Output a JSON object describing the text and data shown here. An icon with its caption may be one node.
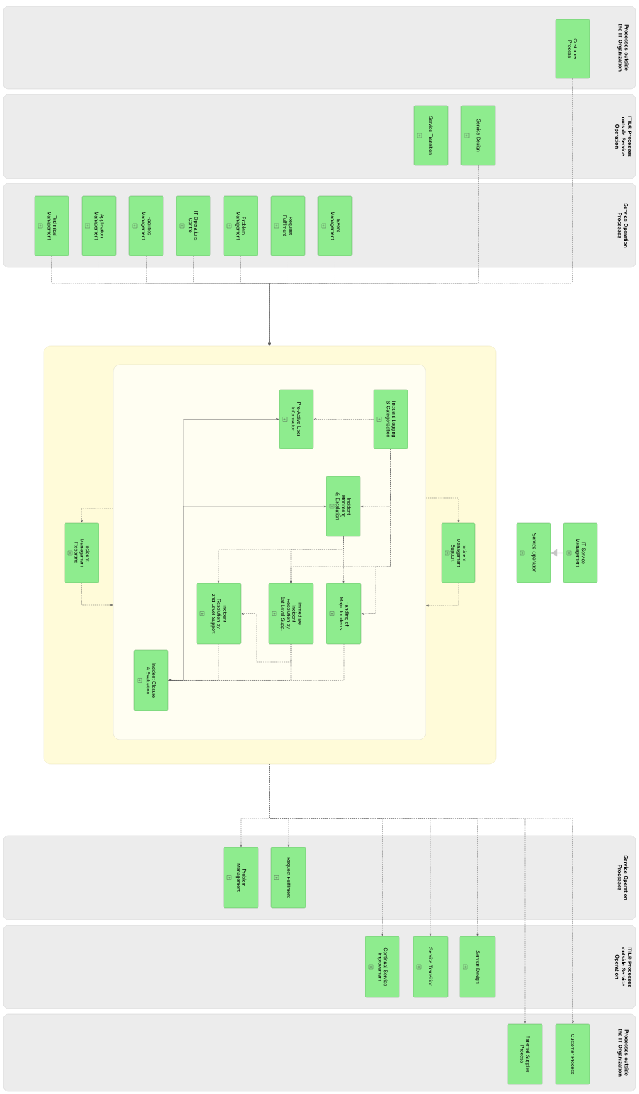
{
  "diagram": {
    "nodes": [
      {
        "text": [
          "Processes outside the IT Organization"
        ]
      },
      {
        "text": [
          "Customer Process"
        ],
        "in": 0
      },
      {
        "text": [
          "ITIL® Processes outside Service Operation"
        ]
      },
      {
        "text": [
          "Service Transition"
        ],
        "in": 2
      },
      {
        "text": [
          "Service Design"
        ],
        "in": 2
      },
      {
        "text": [
          "Service Operation Processes"
        ]
      },
      {
        "text": [
          "Technical Management"
        ],
        "in": 5
      },
      {
        "text": [
          "Application Management"
        ],
        "in": 5
      },
      {
        "text": [
          "Facilities Management"
        ],
        "in": 5
      },
      {
        "text": [
          "IT Operations Control"
        ],
        "in": 5
      },
      {
        "text": [
          "Problem Management"
        ],
        "in": 5
      },
      {
        "text": [
          "Request Fulfilment"
        ],
        "in": 5
      },
      {
        "text": [
          "Event Management"
        ],
        "in": 5
      },
      {
        "text": [],
        "shape": "box"
      },
      {
        "text": [],
        "shape": "box",
        "in": 13
      },
      {
        "text": [
          "Incident Logging & Categorization"
        ],
        "in": 14
      },
      {
        "text": [
          "Pro-Active User Information"
        ],
        "in": 14
      },
      {
        "text": [
          "Incident Monitoring & Escalation"
        ],
        "in": 14
      },
      {
        "text": [
          "Handling of Major Incidents"
        ],
        "in": 14
      },
      {
        "text": [
          "Immediate Incident Resolution by 1st Level Supp."
        ],
        "in": 14
      },
      {
        "text": [
          "Incident Resolution by 2nd Level Support"
        ],
        "in": 14
      },
      {
        "text": [
          "Incident Closure & Evaluation"
        ],
        "in": 14
      },
      {
        "text": [
          "Incident Management Support"
        ],
        "in": 13
      },
      {
        "text": [
          "Incident Management Reporting"
        ],
        "in": 13
      },
      {
        "text": [
          "Service Operation"
        ]
      },
      {
        "text": [
          "IT Service Management"
        ]
      },
      {
        "text": [
          "Service Operation Processes"
        ]
      },
      {
        "text": [
          "Problem Management"
        ],
        "in": 26
      },
      {
        "text": [
          "Request Fulfilment"
        ],
        "in": 26
      },
      {
        "text": [
          "ITIL® Processes outside Service Operation"
        ]
      },
      {
        "text": [
          "Continual Service Improvement"
        ],
        "in": 29
      },
      {
        "text": [
          "Service Transition"
        ],
        "in": 29
      },
      {
        "text": [
          "Service Design"
        ],
        "in": 29
      },
      {
        "text": [
          "Processes outside the IT Organization"
        ]
      },
      {
        "text": [
          "External Supplier Process"
        ],
        "in": 33
      },
      {
        "text": [
          "Customer Process"
        ],
        "in": 33
      }
    ],
    "edges": [
      {
        "from": 6,
        "to": 13,
        "arrow": "to",
        "style": "dashed"
      },
      {
        "from": 7,
        "to": 13,
        "arrow": "to",
        "style": "dashed"
      },
      {
        "from": 8,
        "to": 13,
        "arrow": "to",
        "style": "dashed"
      },
      {
        "from": 9,
        "to": 13,
        "arrow": "to",
        "style": "dashed"
      },
      {
        "from": 10,
        "to": 13,
        "arrow": "to",
        "style": "dashed"
      },
      {
        "from": 11,
        "to": 13,
        "arrow": "to",
        "style": "dashed"
      },
      {
        "from": 12,
        "to": 13,
        "arrow": "to",
        "style": "dashed"
      },
      {
        "from": 3,
        "to": 13,
        "arrow": "to",
        "style": "dashed"
      },
      {
        "from": 4,
        "to": 13,
        "arrow": "to",
        "style": "dashed"
      },
      {
        "from": 1,
        "to": 13,
        "arrow": "to",
        "style": "dashed"
      },
      {
        "from": 15,
        "to": 16,
        "arrow": "to",
        "style": "dashed"
      },
      {
        "from": 15,
        "to": 17,
        "arrow": "to",
        "style": "dashed"
      },
      {
        "from": 15,
        "to": 18,
        "arrow": "to",
        "style": "dashed"
      },
      {
        "from": 15,
        "to": 19,
        "arrow": "to",
        "style": "dashed"
      },
      {
        "from": 17,
        "to": 18,
        "arrow": "to",
        "style": "dashed"
      },
      {
        "from": 17,
        "to": 19,
        "arrow": "to",
        "style": "dashed"
      },
      {
        "from": 17,
        "to": 20,
        "arrow": "to",
        "style": "dashed"
      },
      {
        "from": 19,
        "to": 20,
        "arrow": "to",
        "style": "dashed"
      },
      {
        "from": 20,
        "to": 21,
        "arrow": "to",
        "style": "dashed"
      },
      {
        "from": 19,
        "to": 21,
        "arrow": "to",
        "style": "dashed"
      },
      {
        "from": 18,
        "to": 21,
        "arrow": "to",
        "style": "dashed"
      },
      {
        "from": 21,
        "to": 16,
        "arrow": "to"
      },
      {
        "from": 21,
        "to": 17,
        "arrow": "to"
      },
      {
        "from": 14,
        "to": 22,
        "arrow": "to",
        "style": "dashed"
      },
      {
        "from": 22,
        "to": 14,
        "arrow": "to",
        "style": "dashed"
      },
      {
        "from": 14,
        "to": 23,
        "arrow": "to",
        "style": "dashed"
      },
      {
        "from": 23,
        "to": 14,
        "arrow": "to",
        "style": "dashed"
      },
      {
        "from": 25,
        "to": 24,
        "arrow": "to",
        "color": "#bdbdbd"
      },
      {
        "from": 13,
        "to": 27,
        "arrow": "to",
        "style": "dashed"
      },
      {
        "from": 13,
        "to": 28,
        "arrow": "to",
        "style": "dashed"
      },
      {
        "from": 13,
        "to": 30,
        "arrow": "to",
        "style": "dashed"
      },
      {
        "from": 13,
        "to": 31,
        "arrow": "to",
        "style": "dashed"
      },
      {
        "from": 13,
        "to": 32,
        "arrow": "to",
        "style": "dashed"
      },
      {
        "from": 13,
        "to": 34,
        "arrow": "to",
        "style": "dashed"
      },
      {
        "from": 13,
        "to": 35,
        "arrow": "to",
        "style": "dashed"
      }
    ]
  }
}
